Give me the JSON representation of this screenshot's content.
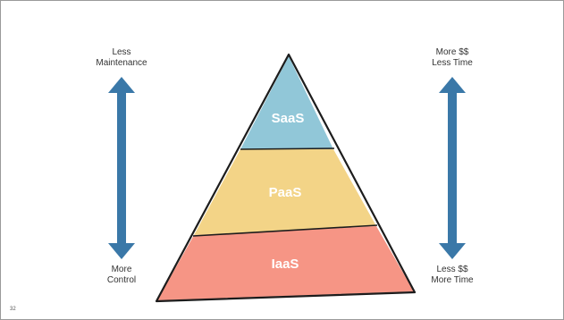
{
  "slide": {
    "page_number": "32"
  },
  "pyramid": {
    "tiers": [
      {
        "label": "SaaS",
        "color": "#85c1d4"
      },
      {
        "label": "PaaS",
        "color": "#f2cf7a"
      },
      {
        "label": "IaaS",
        "color": "#f58a78"
      }
    ]
  },
  "left_axis": {
    "top_lines": [
      "Less",
      "Maintenance"
    ],
    "bottom_lines": [
      "More",
      "Control"
    ],
    "arrow_color": "#3a78a8"
  },
  "right_axis": {
    "top_lines": [
      "More $$",
      "Less Time"
    ],
    "bottom_lines": [
      "Less $$",
      "More Time"
    ],
    "arrow_color": "#3a78a8"
  }
}
